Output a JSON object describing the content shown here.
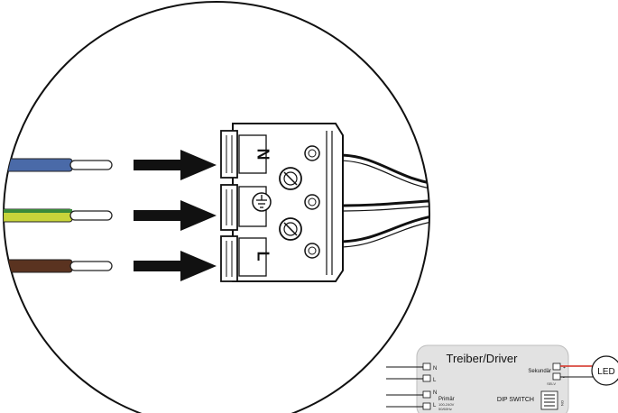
{
  "terminal": {
    "labels": [
      "N",
      "L"
    ]
  },
  "wires": [
    {
      "name": "neutral",
      "color": "#4a6aa8"
    },
    {
      "name": "earth",
      "color": "#c8d43a",
      "stripe": "#3a8a3a"
    },
    {
      "name": "live",
      "color": "#5a3320"
    }
  ],
  "driver": {
    "title": "Treiber/Driver",
    "primary_pins": [
      "N",
      "L"
    ],
    "primary_pins_2": [
      "N",
      "L"
    ],
    "primary_label": "Primär",
    "primary_sub": "100-240V",
    "primary_sub2": "50/60Hz",
    "secondary_label": "Sekundär",
    "secondary_sub": "SELV",
    "secondary_polarity": [
      "+",
      "-"
    ],
    "dip_label": "DIP SWITCH",
    "dip_side": "ON",
    "led_label": "LED"
  },
  "colors": {
    "red_wire": "#d42a1e"
  }
}
